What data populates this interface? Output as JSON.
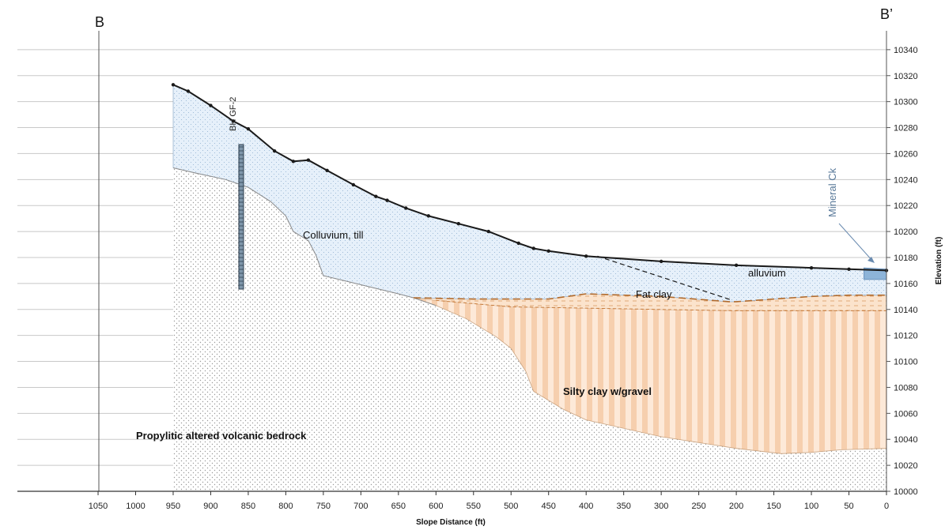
{
  "section": {
    "start_label": "B",
    "end_label": "B’"
  },
  "axes": {
    "x_title": "Slope Distance (ft)",
    "y_title": "Elevation (ft)",
    "x_ticks": [
      "1050",
      "1000",
      "950",
      "900",
      "850",
      "800",
      "750",
      "700",
      "650",
      "600",
      "550",
      "500",
      "450",
      "400",
      "350",
      "300",
      "250",
      "200",
      "150",
      "100",
      "50",
      "0"
    ],
    "y_ticks": [
      "10000",
      "10020",
      "10040",
      "10060",
      "10080",
      "10100",
      "10120",
      "10140",
      "10160",
      "10180",
      "10200",
      "10220",
      "10240",
      "10260",
      "10280",
      "10300",
      "10320",
      "10340"
    ]
  },
  "units": {
    "colluvium": "Colluvium, till",
    "alluvium": "alluvium",
    "fat_clay": "Fat clay",
    "silty_clay": "Silty clay w/gravel",
    "bedrock": "Propylitic altered volcanic bedrock"
  },
  "borehole": {
    "label": "BH GF-2"
  },
  "creek": {
    "label": "Mineral Ck"
  },
  "colors": {
    "colluvium_fill": "#e6f0fa",
    "silty_clay_fill": "#f8d8bd",
    "fat_clay_dash": "#b06a2c",
    "bedrock_dots": "#9a9a9a",
    "ground_line": "#1a1a1a",
    "grid": "#bfbfbf",
    "creek": "#8db4d9"
  }
}
